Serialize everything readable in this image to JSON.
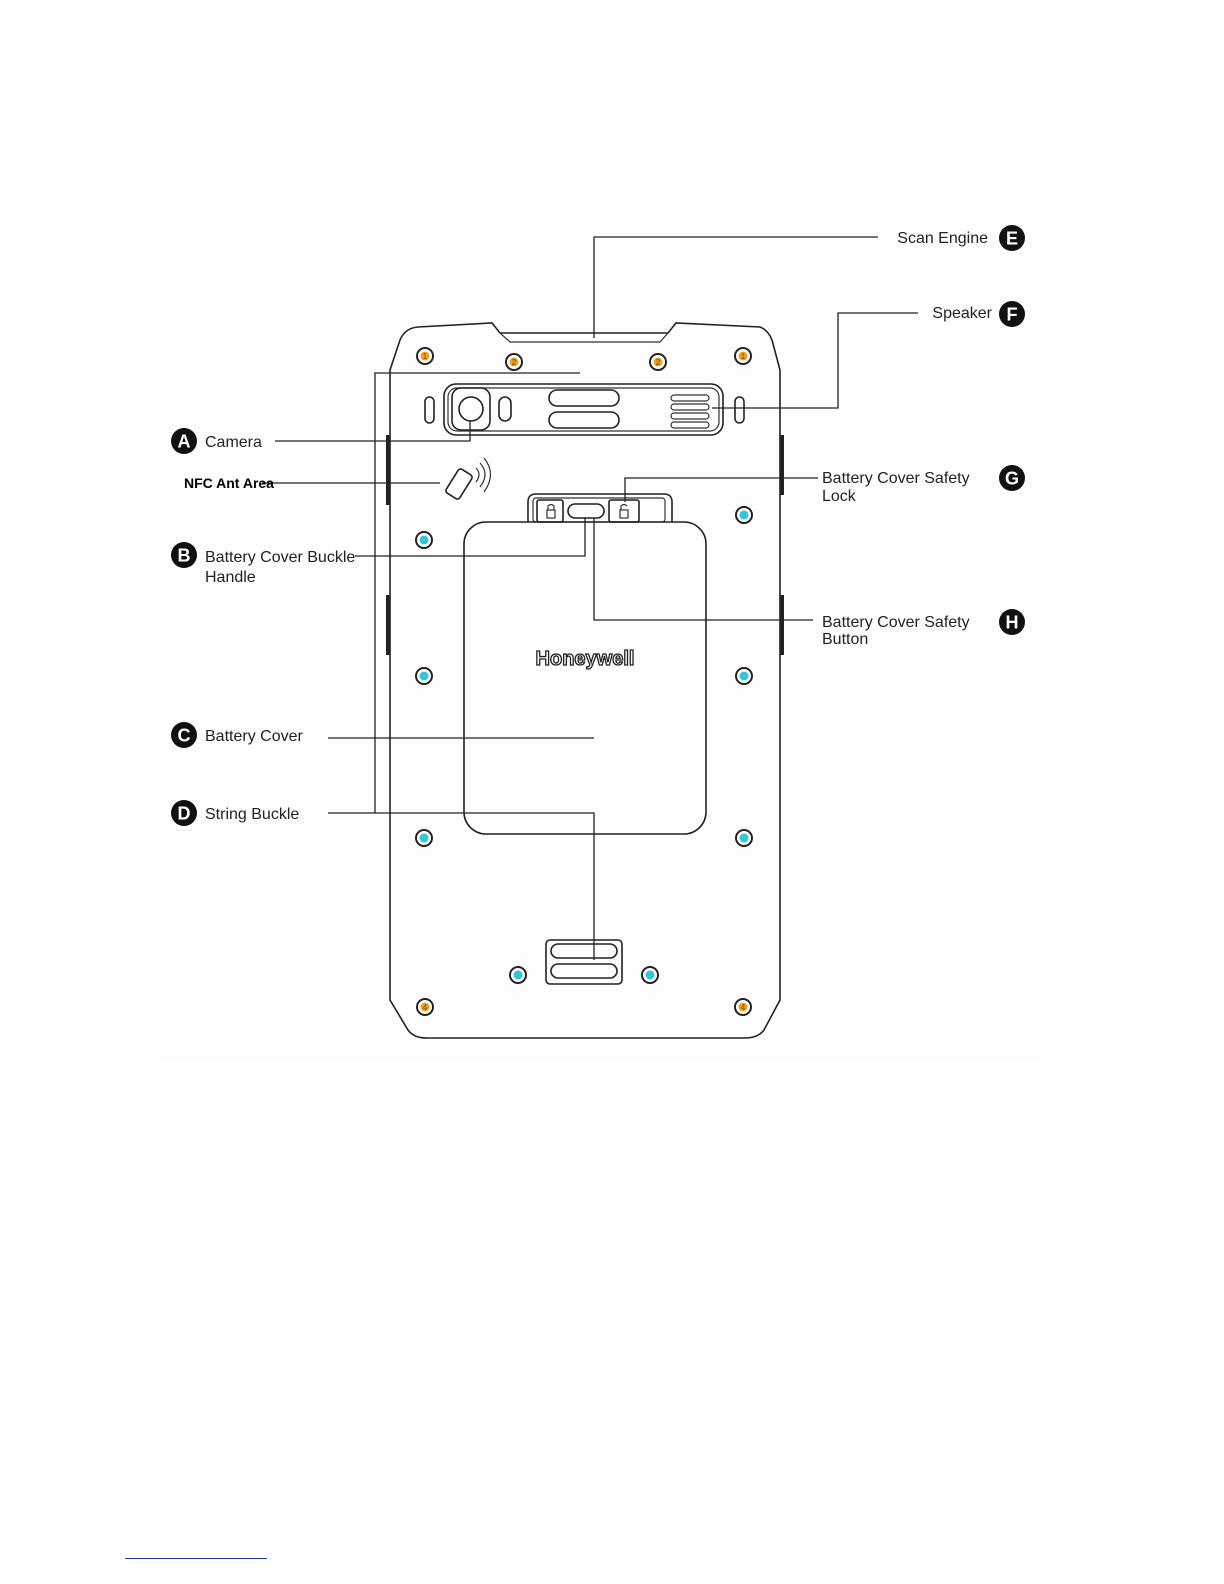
{
  "callouts": {
    "A": {
      "letter": "A",
      "label": "Camera"
    },
    "B": {
      "letter": "B",
      "label_line1": "Battery Cover Buckle",
      "label_line2": "Handle"
    },
    "C": {
      "letter": "C",
      "label": "Battery Cover"
    },
    "D": {
      "letter": "D",
      "label": "String Buckle"
    },
    "E": {
      "letter": "E",
      "label": "Scan Engine"
    },
    "F": {
      "letter": "F",
      "label": "Speaker"
    },
    "G": {
      "letter": "G",
      "label_line1": "Battery Cover Safety",
      "label_line2": "Lock"
    },
    "H": {
      "letter": "H",
      "label_line1": "Battery Cover Safety",
      "label_line2": "Button"
    }
  },
  "nfc": {
    "label": "NFC Ant Area"
  },
  "device": {
    "brand": "Honeywell"
  },
  "screws": {
    "orange": {
      "top_labels": [
        "1",
        "2",
        "2",
        "1"
      ],
      "bottom_labels": [
        "4",
        "4"
      ],
      "color": "#f0a020"
    },
    "cyan": {
      "color": "#33c6d8"
    }
  },
  "colors": {
    "line": "#222222",
    "badge": "#111111"
  }
}
